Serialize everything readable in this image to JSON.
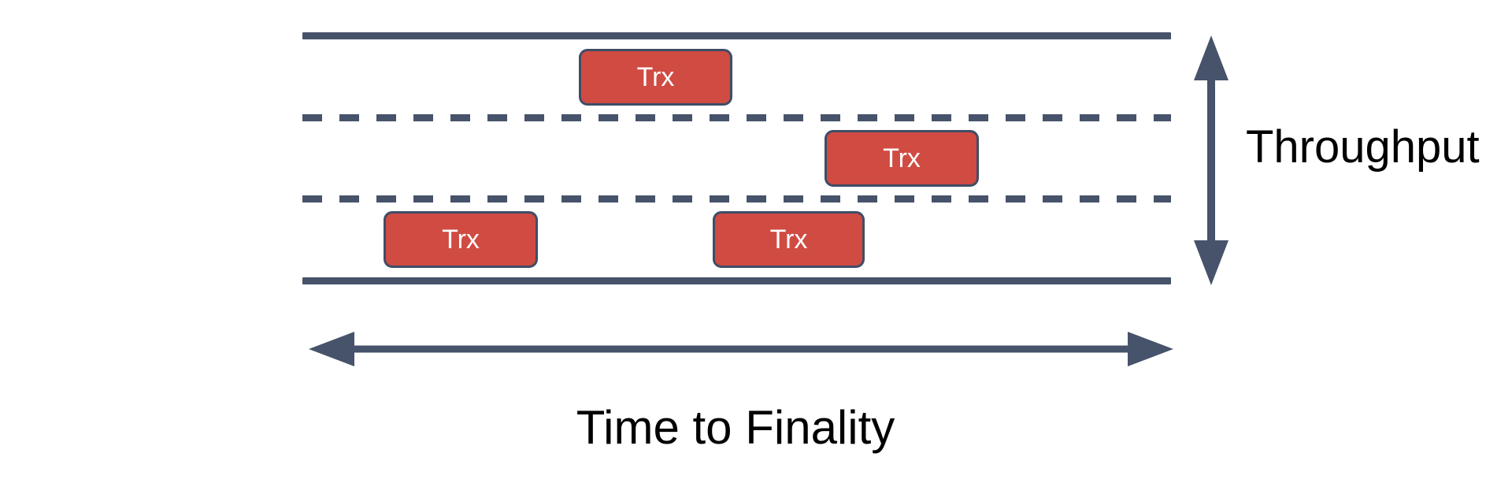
{
  "diagram": {
    "title_semantics": "Blockchain lanes diagram: transactions on a road illustrating throughput vs time to finality",
    "lanes": 3,
    "boxes": [
      {
        "label": "Trx",
        "lane": "top"
      },
      {
        "label": "Trx",
        "lane": "middle"
      },
      {
        "label": "Trx",
        "lane": "bottom"
      },
      {
        "label": "Trx",
        "lane": "bottom"
      }
    ],
    "axes": {
      "throughput": {
        "label": "Throughput",
        "direction": "vertical"
      },
      "time_to_finality": {
        "label": "Time to Finality",
        "direction": "horizontal"
      }
    },
    "colors": {
      "slate": "#46536A",
      "red_fill": "#D04B42",
      "red_border": "#3F4D66",
      "box_text": "#FFFFFF",
      "label_text": "#000000",
      "background": "#FFFFFF"
    }
  }
}
